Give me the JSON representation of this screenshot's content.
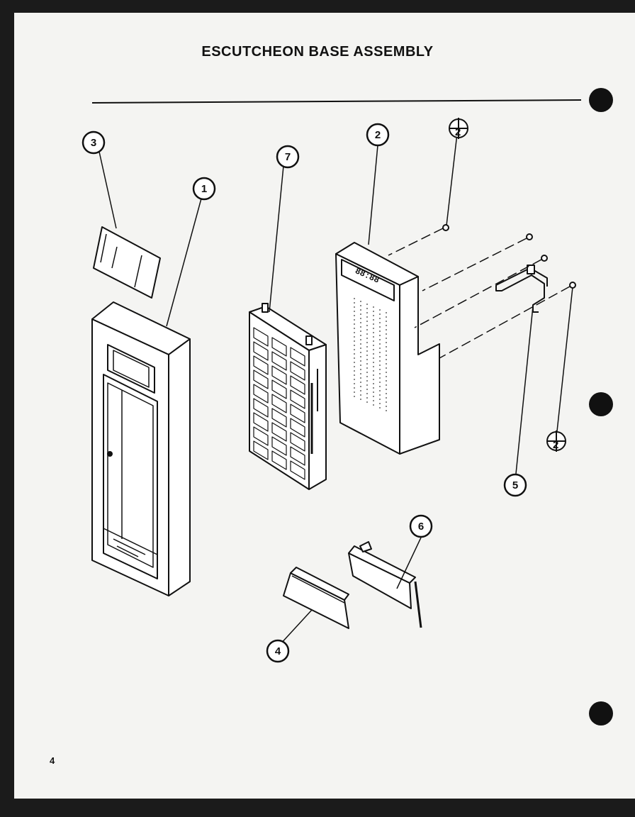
{
  "title": "ESCUTCHEON BASE ASSEMBLY",
  "page_number": "4",
  "callouts": [
    "1",
    "2",
    "3",
    "4",
    "5",
    "6",
    "7"
  ],
  "fastener_symbol_label": "2",
  "display_text": "88:88",
  "colors": {
    "ink": "#111111",
    "paper": "#f4f4f2"
  }
}
